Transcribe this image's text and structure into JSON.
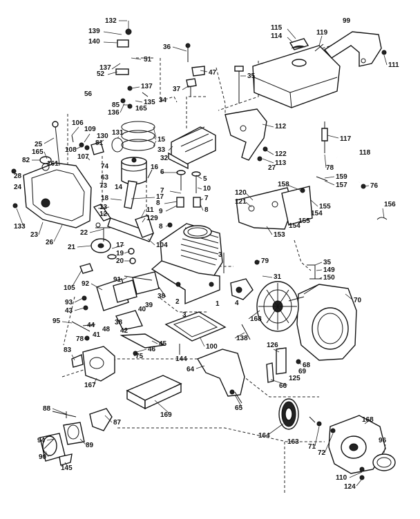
{
  "diagram": {
    "callouts": {
      "c132": "132",
      "c139": "139",
      "c140": "140",
      "c137a": "137",
      "c52": "52",
      "c56": "56",
      "c51": "51",
      "c36": "36",
      "c47": "47",
      "c37": "37",
      "c34": "34",
      "c35a": "35",
      "c115": "115",
      "c114": "114",
      "c119": "119",
      "c99": "99",
      "c111": "111",
      "c137b": "137",
      "c85": "85",
      "c135": "135",
      "c136": "136",
      "c165a": "165",
      "c106": "106",
      "c109": "109",
      "c130": "130",
      "c131": "131",
      "c15": "15",
      "c25": "25",
      "c165b": "165",
      "c108": "108",
      "c81": "81",
      "c33": "33",
      "c112": "112",
      "c117": "117",
      "c113": "113",
      "c122": "122",
      "c27": "27",
      "c82": "82",
      "c107": "107",
      "c74": "74",
      "c32": "32",
      "c28": "28",
      "c63": "63",
      "c16": "16",
      "c6": "6",
      "c5": "5",
      "c78a": "78",
      "c118": "118",
      "c161": "161",
      "c73": "73",
      "c14": "14",
      "c24": "24",
      "c159": "159",
      "c158": "158",
      "c157": "157",
      "c76": "76",
      "c120": "120",
      "c121": "121",
      "c7a": "7",
      "c10": "10",
      "c18": "18",
      "c17a": "17",
      "c8a": "8",
      "c9": "9",
      "c7b": "7",
      "c8b": "8",
      "c155a": "155",
      "c154a": "154",
      "c155b": "155",
      "c154b": "154",
      "c156": "156",
      "c133": "133",
      "c23": "23",
      "c26": "26",
      "c13": "13",
      "c12": "12",
      "c11": "11",
      "c129": "129",
      "c153": "153",
      "c8c": "8",
      "c22": "22",
      "c21": "21",
      "c17b": "17",
      "c19": "19",
      "c104": "104",
      "c20": "20",
      "c3a": "3",
      "c79": "79",
      "c35b": "35",
      "c149": "149",
      "c105": "105",
      "c92": "92",
      "c91": "91",
      "c150": "150",
      "c31": "31",
      "c1": "1",
      "c38a": "38",
      "c2": "2",
      "c4": "4",
      "c70": "70",
      "c93": "93",
      "c43": "43",
      "c38b": "38",
      "c39": "39",
      "c40": "40",
      "c3b": "3",
      "c168a": "168",
      "c95": "95",
      "c44": "44",
      "c41": "41",
      "c48": "48",
      "c42": "42",
      "c138": "138",
      "c78b": "78",
      "c45": "45",
      "c46": "46",
      "c100": "100",
      "c126": "126",
      "c83": "83",
      "c75": "75",
      "c144": "144",
      "c68": "68",
      "c69": "69",
      "c64": "64",
      "c125": "125",
      "c167": "167",
      "c66": "66",
      "c65": "65",
      "c169": "169",
      "c88": "88",
      "c87": "87",
      "c164": "164",
      "c163": "163",
      "c168b": "168",
      "c94": "94",
      "c89": "89",
      "c71": "71",
      "c96": "96",
      "c90": "90",
      "c72": "72",
      "c145": "145",
      "c110": "110",
      "c124": "124"
    }
  }
}
